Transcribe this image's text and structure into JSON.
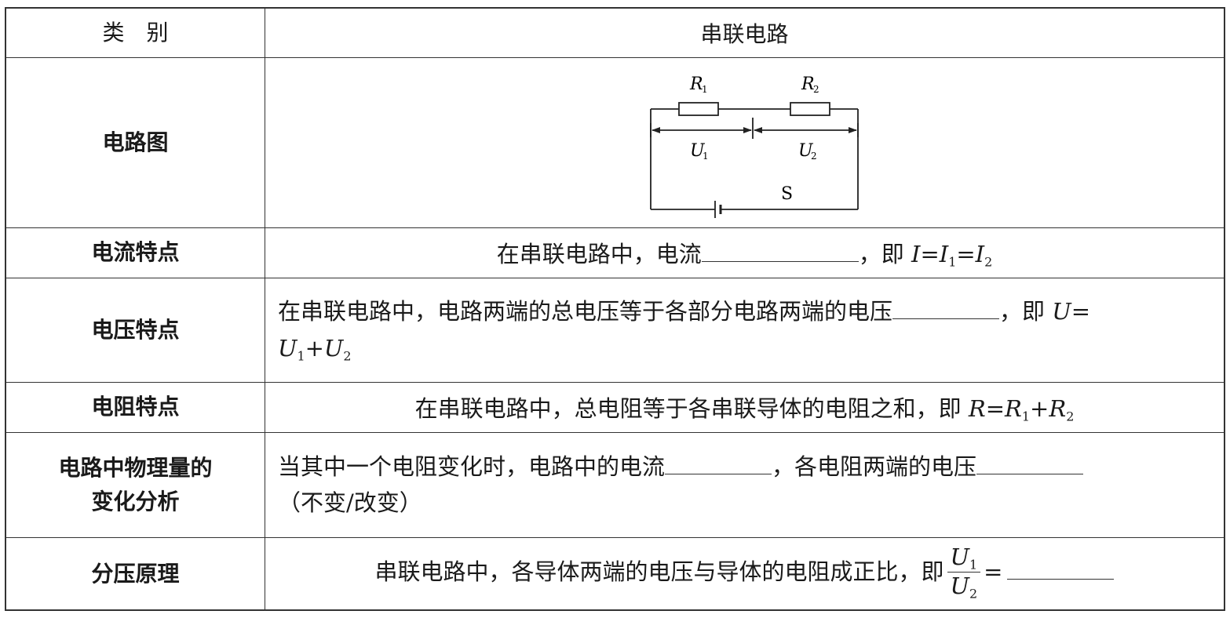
{
  "header": {
    "category": "类　别",
    "title": "串联电路"
  },
  "rows": [
    {
      "label": "电路图"
    },
    {
      "label": "电流特点",
      "text": "在串联电路中，电流",
      "suffix": "，即",
      "formula_I": "I",
      "formula_I1": "I",
      "sub1": "1",
      "formula_I2": "I",
      "sub2": "2"
    },
    {
      "label": "电压特点",
      "text": "在串联电路中，电路两端的总电压等于各部分电路两端的电压",
      "suffix": "，即",
      "U": "U",
      "U1": "U",
      "U2": "U",
      "sub1": "1",
      "sub2": "2"
    },
    {
      "label": "电阻特点",
      "text": "在串联电路中，总电阻等于各串联导体的电阻之和，即",
      "R": "R",
      "R1": "R",
      "R2": "R",
      "sub1": "1",
      "sub2": "2"
    },
    {
      "label1": "电路中物理量的",
      "label2": "变化分析",
      "text1": "当其中一个电阻变化时，电路中的电流",
      "text2": "，各电阻两端的电压",
      "text3": "（不变/改变）"
    },
    {
      "label": "分压原理",
      "text": "串联电路中，各导体两端的电压与导体的电阻成正比，即",
      "num": "U",
      "den": "U",
      "sub1": "1",
      "sub2": "2"
    }
  ],
  "diagram": {
    "r1": "R",
    "r2": "R",
    "u1": "U",
    "u2": "U",
    "s1": "1",
    "s2": "2",
    "switch": "S"
  }
}
